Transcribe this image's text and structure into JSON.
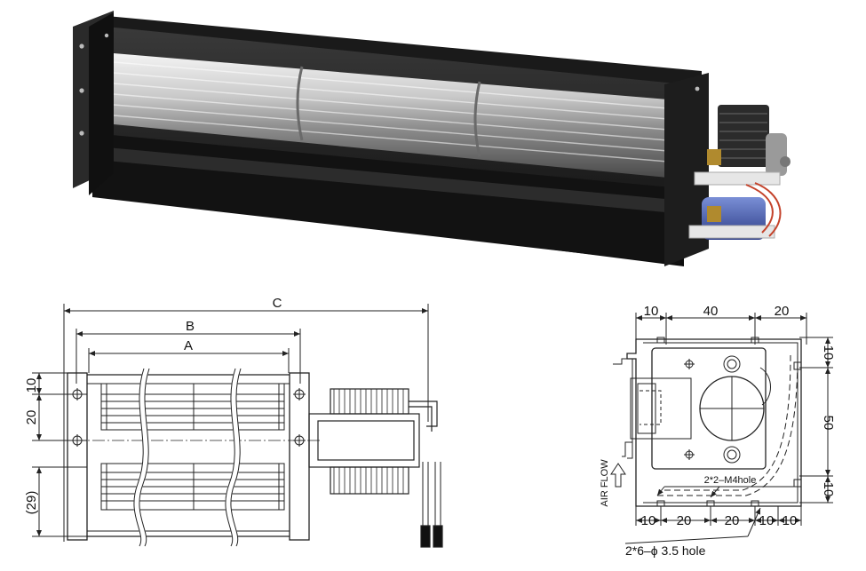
{
  "front_view": {
    "dim_c": "C",
    "dim_b": "B",
    "dim_a": "A",
    "dim_left_1": "10",
    "dim_left_2": "20",
    "dim_left_3": "(29)"
  },
  "side_view": {
    "top_1": "10",
    "top_2": "40",
    "top_3": "20",
    "right_1": "10",
    "right_2": "50",
    "right_3": "10",
    "bottom_1": "10",
    "bottom_2": "20",
    "bottom_3": "20",
    "bottom_4": "10",
    "bottom_5": "10",
    "note_m4": "2*2–M4hole",
    "note_holes": "2*6–ϕ 3.5 hole",
    "airflow": "AIR FLOW"
  }
}
